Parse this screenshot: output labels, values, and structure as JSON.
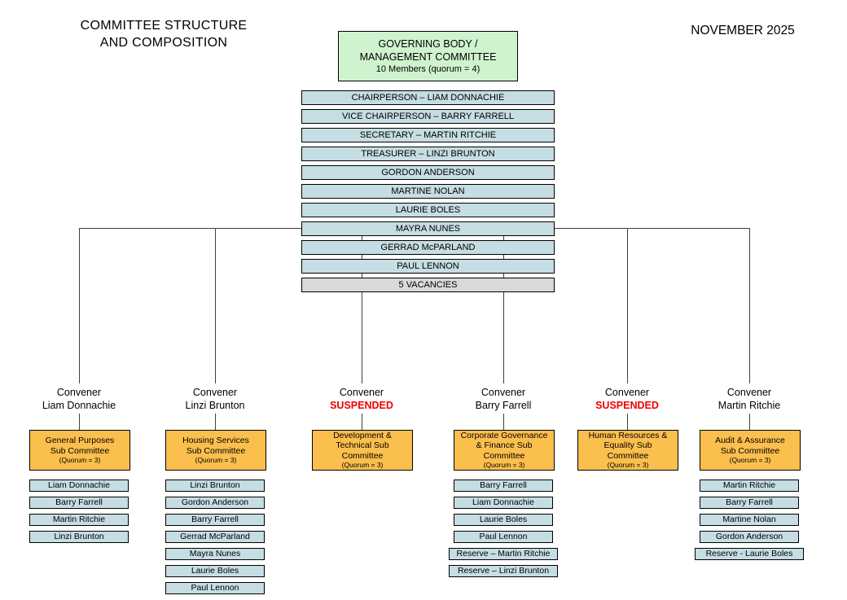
{
  "page": {
    "title_line1": "COMMITTEE STRUCTURE",
    "title_line2": "AND COMPOSITION",
    "date": "NOVEMBER 2025"
  },
  "governing_body": {
    "title_line1": "GOVERNING BODY /",
    "title_line2": "MANAGEMENT COMMITTEE",
    "subtitle": "10 Members (quorum = 4)"
  },
  "board_members": [
    {
      "label": "CHAIRPERSON – LIAM DONNACHIE",
      "vacancy": false
    },
    {
      "label": "VICE CHAIRPERSON – BARRY FARRELL",
      "vacancy": false
    },
    {
      "label": "SECRETARY – MARTIN RITCHIE",
      "vacancy": false
    },
    {
      "label": "TREASURER – LINZI BRUNTON",
      "vacancy": false
    },
    {
      "label": "GORDON ANDERSON",
      "vacancy": false
    },
    {
      "label": "MARTINE NOLAN",
      "vacancy": false
    },
    {
      "label": "LAURIE BOLES",
      "vacancy": false
    },
    {
      "label": "MAYRA NUNES",
      "vacancy": false
    },
    {
      "label": "GERRAD McPARLAND",
      "vacancy": false
    },
    {
      "label": "PAUL LENNON",
      "vacancy": false
    },
    {
      "label": "5 VACANCIES",
      "vacancy": true
    }
  ],
  "committees": [
    {
      "convener_title": "Convener",
      "convener_name": "Liam Donnachie",
      "suspended": false,
      "title_lines": [
        "General Purposes",
        "Sub Committee"
      ],
      "quorum": "(Quorum = 3)",
      "members": [
        "Liam Donnachie",
        "Barry Farrell",
        "Martin Ritchie",
        "Linzi Brunton"
      ]
    },
    {
      "convener_title": "Convener",
      "convener_name": "Linzi Brunton",
      "suspended": false,
      "title_lines": [
        "Housing Services",
        "Sub Committee"
      ],
      "quorum": "(Quorum = 3)",
      "members": [
        "Linzi Brunton",
        "Gordon Anderson",
        "Barry Farrell",
        "Gerrad McParland",
        "Mayra Nunes",
        "Laurie Boles",
        "Paul Lennon"
      ]
    },
    {
      "convener_title": "Convener",
      "convener_name": "SUSPENDED",
      "suspended": true,
      "title_lines": [
        "Development &",
        "Technical Sub",
        "Committee"
      ],
      "quorum": "(Quorum = 3)",
      "members": []
    },
    {
      "convener_title": "Convener",
      "convener_name": "Barry Farrell",
      "suspended": false,
      "title_lines": [
        "Corporate Governance",
        "& Finance Sub",
        "Committee"
      ],
      "quorum": "(Quorum = 3)",
      "members": [
        "Barry Farrell",
        "Liam Donnachie",
        "Laurie Boles",
        "Paul Lennon",
        "Reserve – Martin Ritchie",
        "Reserve – Linzi Brunton"
      ]
    },
    {
      "convener_title": "Convener",
      "convener_name": "SUSPENDED",
      "suspended": true,
      "title_lines": [
        "Human Resources &",
        "Equality Sub",
        "Committee"
      ],
      "quorum": "(Quorum = 3)",
      "members": []
    },
    {
      "convener_title": "Convener",
      "convener_name": "Martin Ritchie",
      "suspended": false,
      "title_lines": [
        "Audit & Assurance",
        "Sub Committee"
      ],
      "quorum": "(Quorum = 3)",
      "members": [
        "Martin Ritchie",
        "Barry Farrell",
        "Martine Nolan",
        "Gordon Anderson",
        "Reserve - Laurie Boles"
      ]
    }
  ],
  "colors": {
    "governing_box_bg": "#cff3cf",
    "board_bar_bg": "#c5dde3",
    "vacancy_bar_bg": "#d9d9d9",
    "committee_box_bg": "#fbbf4d",
    "suspended_text": "#ee0000",
    "connector_line": "#3f3f3f",
    "border": "#000000"
  }
}
